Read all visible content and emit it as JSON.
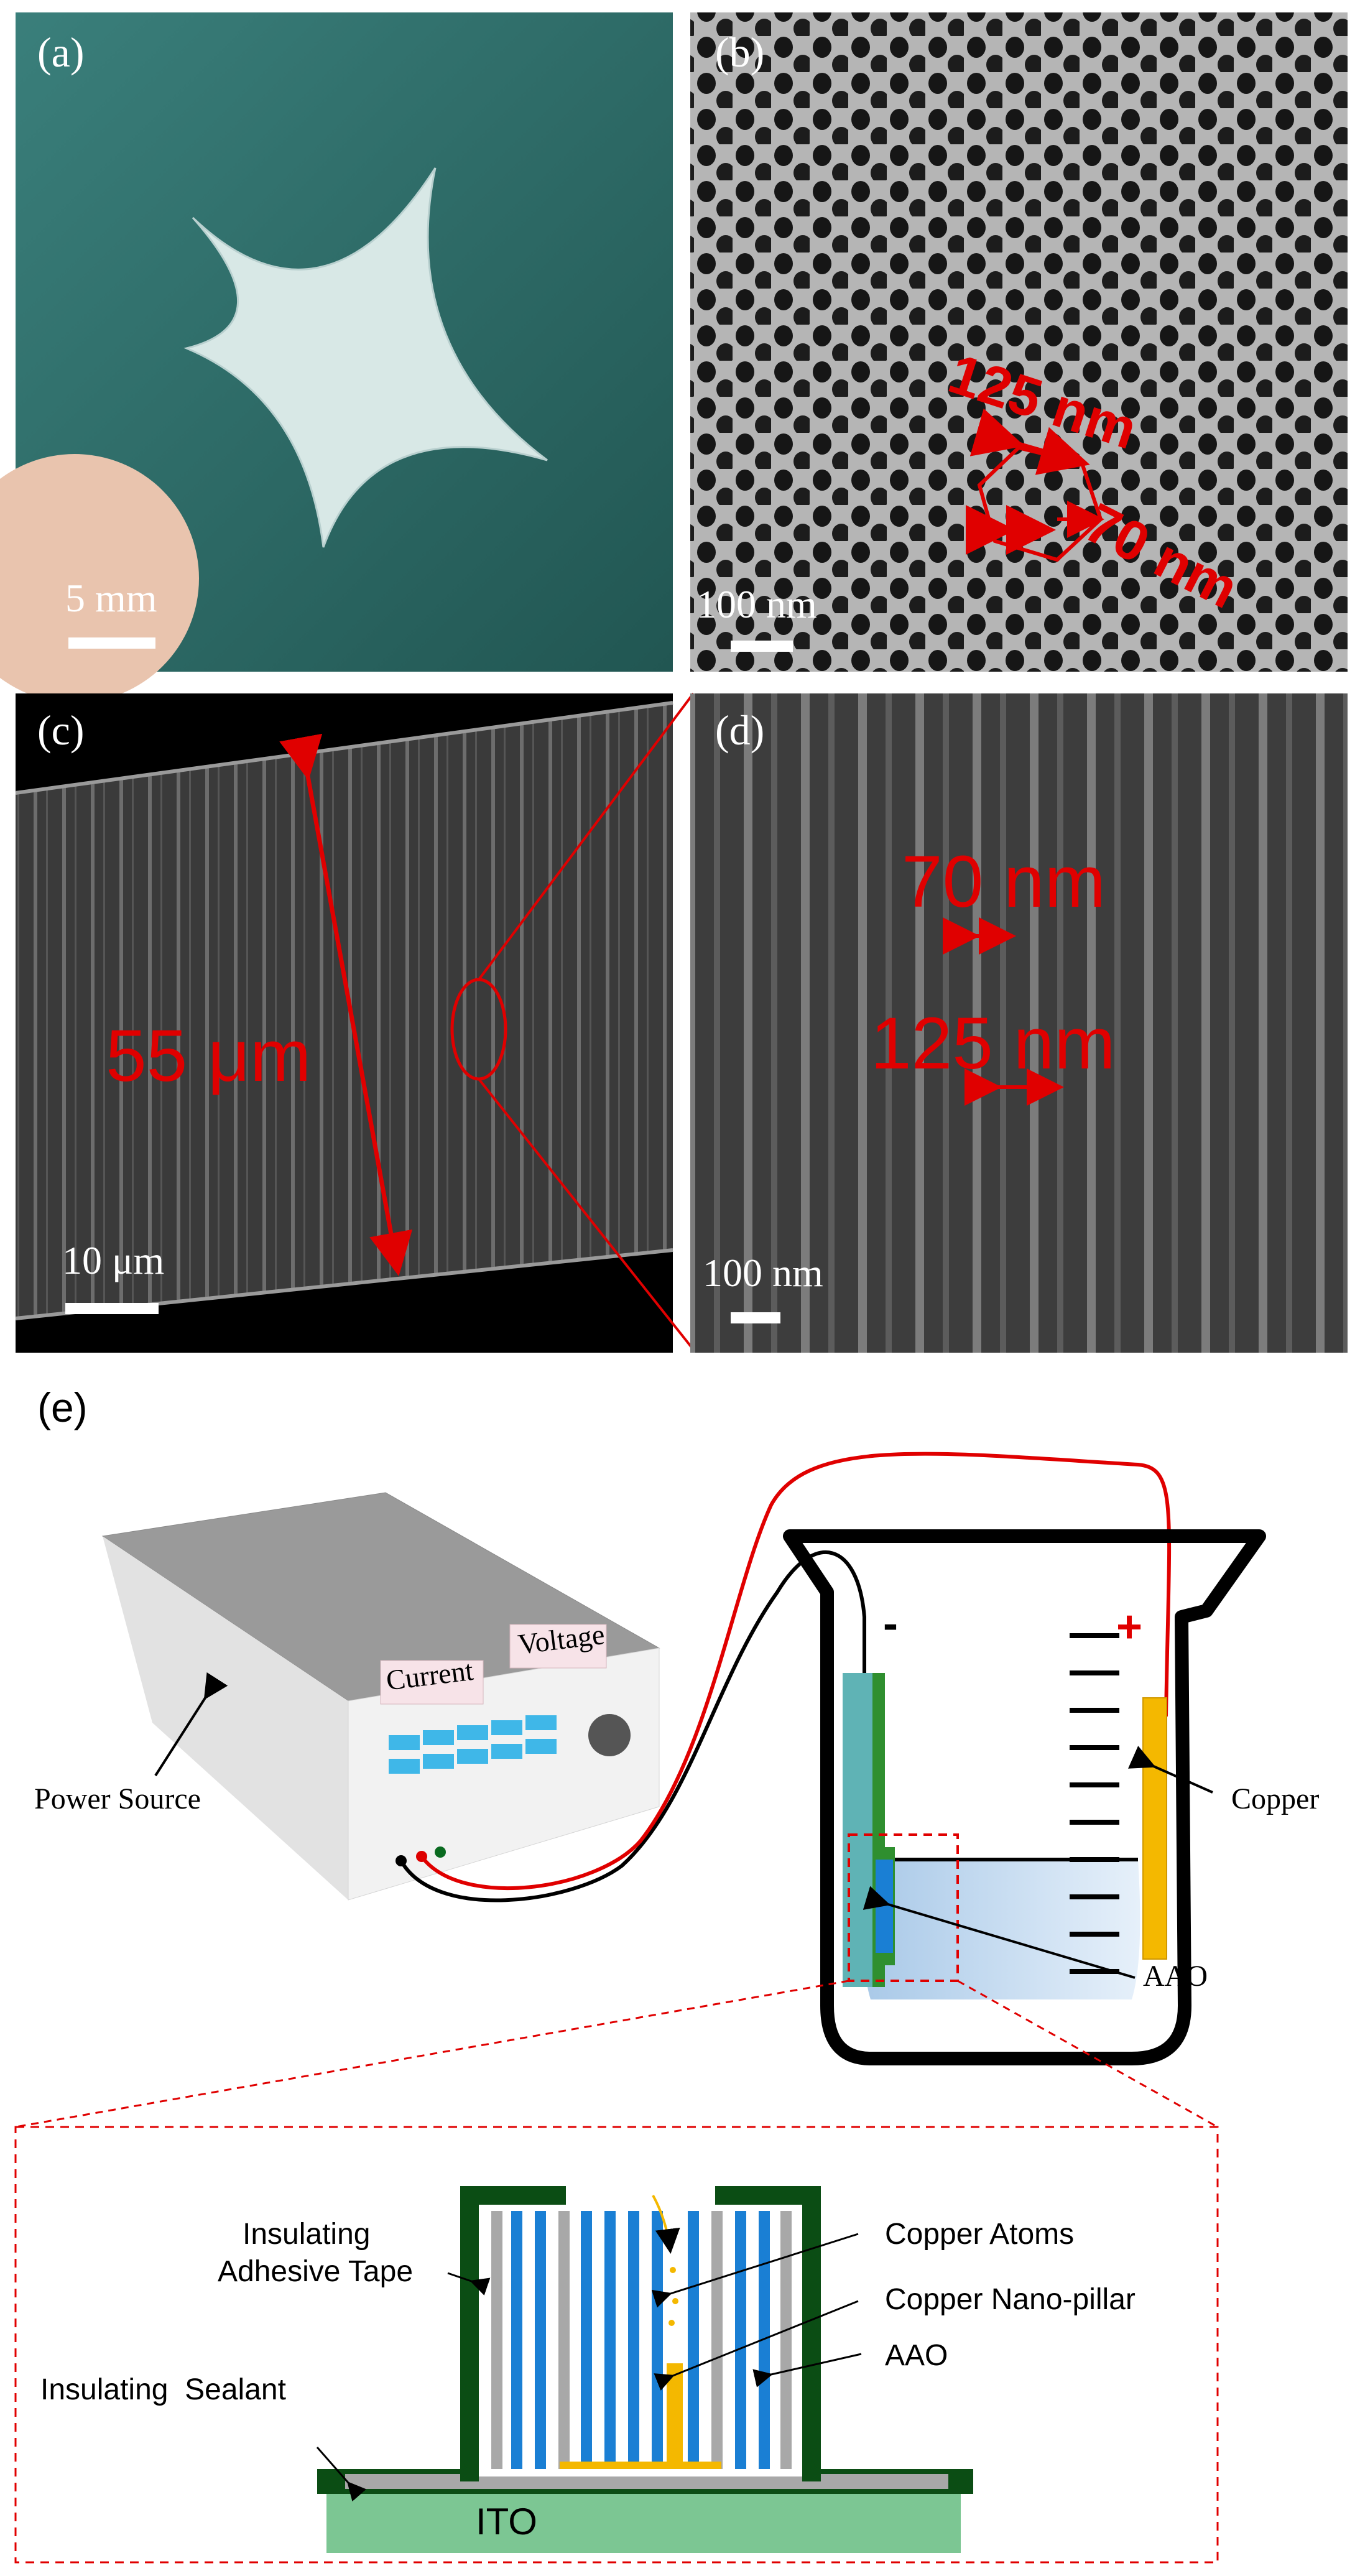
{
  "panels": {
    "a": {
      "label": "(a)",
      "scale": "5 mm"
    },
    "b": {
      "label": "(b)",
      "scale": "100 nm",
      "dim1": "125 nm",
      "dim2": "70 nm"
    },
    "c": {
      "label": "(c)",
      "scale": "10 μm",
      "thickness": "55 μm"
    },
    "d": {
      "label": "(d)",
      "scale": "100 nm",
      "dim1": "70 nm",
      "dim2": "125 nm"
    },
    "e": {
      "label": "(e)",
      "power_source": "Power Source",
      "current": "Current",
      "voltage": "Voltage",
      "minus": "-",
      "plus": "+",
      "copper": "Copper",
      "aao": "AAO",
      "inset": {
        "tape_line1": "Insulating",
        "tape_line2": "Adhesive Tape",
        "sealant": "Insulating  Sealant",
        "ito": "ITO",
        "atoms": "Copper Atoms",
        "pillar": "Copper Nano-pillar",
        "aao": "AAO"
      }
    }
  },
  "colors": {
    "accent_red": "#e00000",
    "teal_bg": "#2e6e6a",
    "aao_blue": "#1a7fd4",
    "tape_green": "#0b4d14",
    "ito_green": "#7cc693",
    "copper_gold": "#f4b800"
  }
}
